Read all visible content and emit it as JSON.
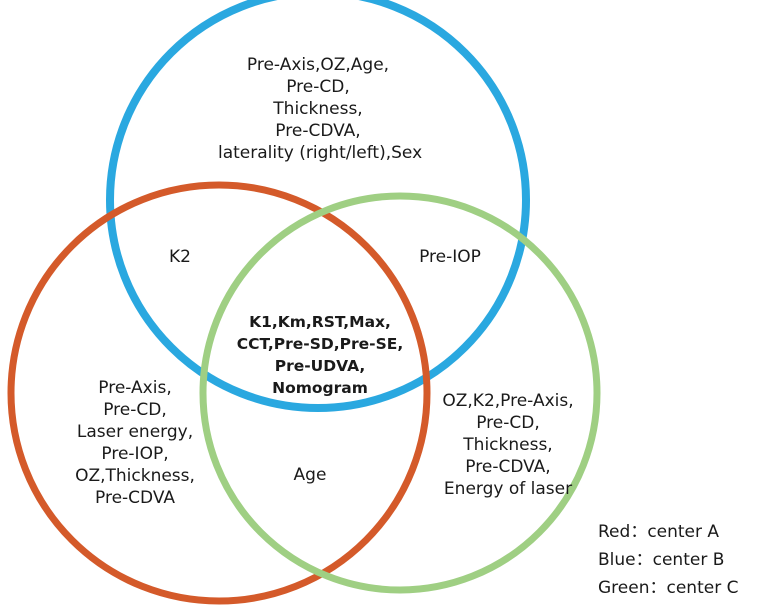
{
  "regions": {
    "blue_only": [
      "Pre-Axis,OZ,Age,",
      "Pre-CD,",
      "Thickness,",
      "Pre-CDVA,",
      "laterality (right/left),Sex"
    ],
    "red_blue": [
      "K2"
    ],
    "blue_green": [
      "Pre-IOP"
    ],
    "all_three": [
      "K1,Km,RST,Max,",
      "CCT,Pre-SD,Pre-SE,",
      "Pre-UDVA,",
      "Nomogram"
    ],
    "red_only": [
      "Pre-Axis,",
      "Pre-CD,",
      "Laser energy,",
      "Pre-IOP,",
      "OZ,Thickness,",
      "Pre-CDVA"
    ],
    "red_green": [
      "Age"
    ],
    "green_only": [
      "OZ,K2,Pre-Axis,",
      "Pre-CD,",
      "Thickness,",
      "Pre-CDVA,",
      "Energy of laser"
    ]
  },
  "legend": [
    {
      "color_name": "Red",
      "separator": "：",
      "center": "center A",
      "color": "#d45a2a"
    },
    {
      "color_name": "Blue",
      "separator": "：",
      "center": "center B",
      "color": "#2aa8e0"
    },
    {
      "color_name": "Green",
      "separator": "：",
      "center": "center C",
      "color": "#9fcf83"
    }
  ]
}
